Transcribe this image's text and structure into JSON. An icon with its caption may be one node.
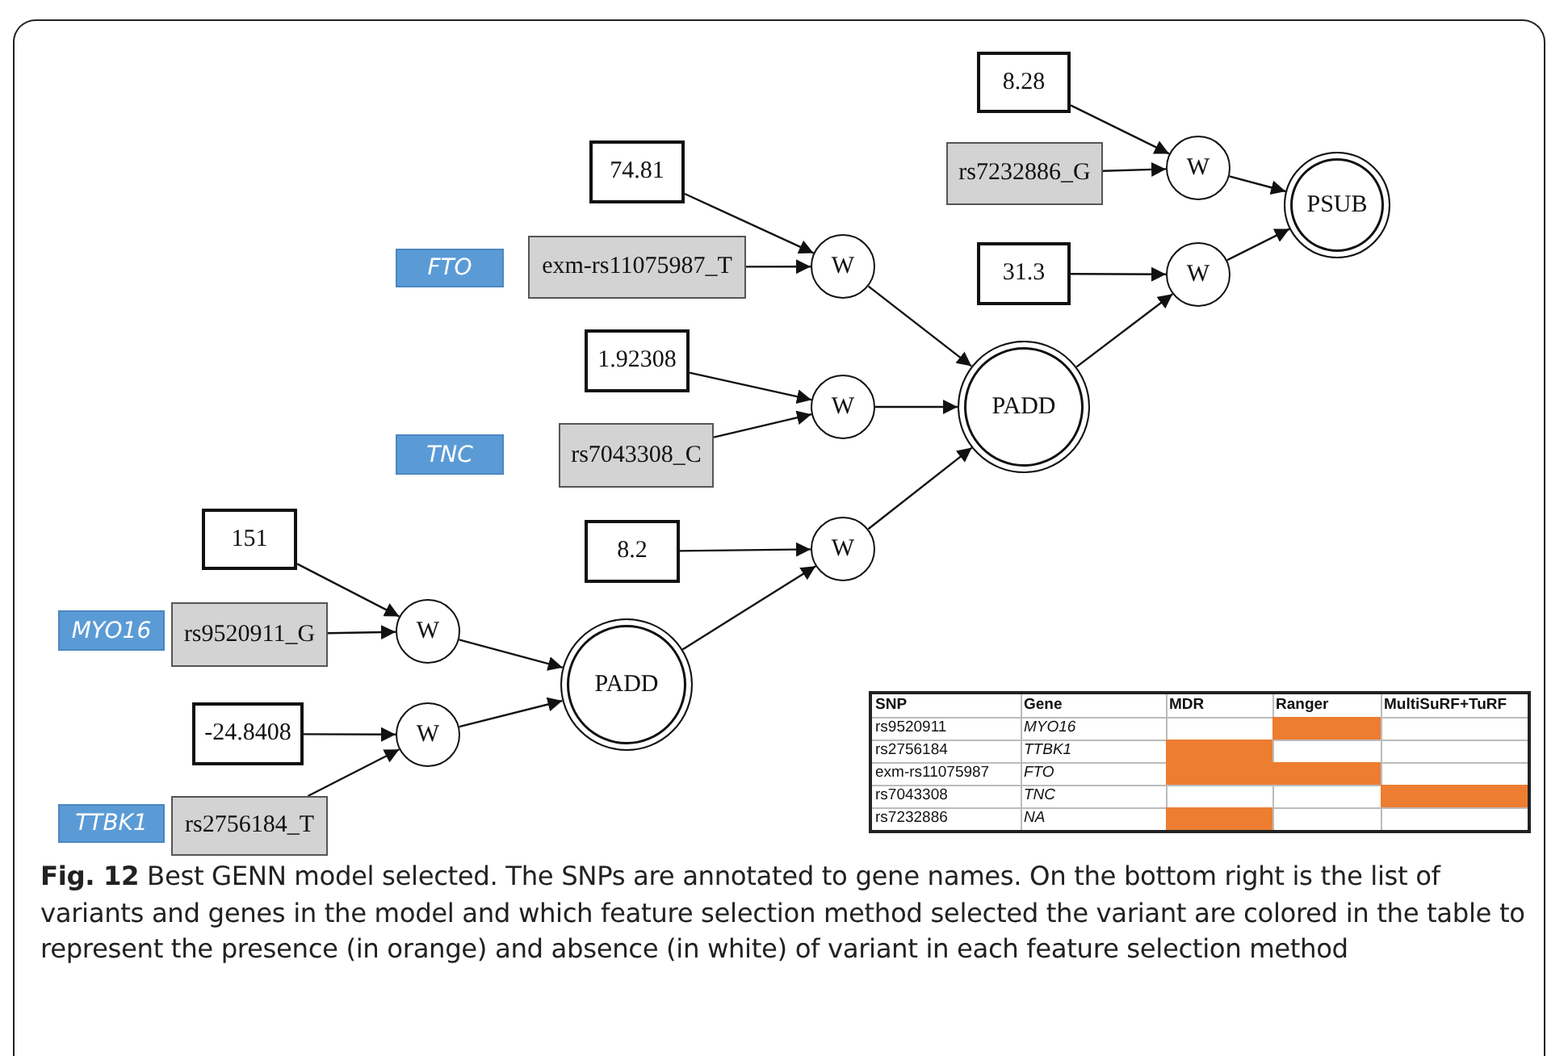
{
  "diagram": {
    "caption": "**Fig. 12** Best GENN model selected. The SNPs are annotated to gene names. On the bottom right is the list of variants and genes in the model and which feature selection method selected the variant are colored in the table to represent the presence (in orange) and absence (in white) of variant in each feature selection method",
    "nodes": [
      {
        "text": [
          "8.28"
        ]
      },
      {
        "text": [
          "rs7232886_G"
        ]
      },
      {
        "text": [
          "W"
        ]
      },
      {
        "text": [
          "PSUB"
        ]
      },
      {
        "text": [
          "74.81"
        ]
      },
      {
        "text": [
          "FTO"
        ]
      },
      {
        "text": [
          "exm-rs11075987_T"
        ]
      },
      {
        "text": [
          "W"
        ]
      },
      {
        "text": [
          "31.3"
        ]
      },
      {
        "text": [
          "W"
        ]
      },
      {
        "text": [
          "1.92308"
        ]
      },
      {
        "text": [
          "W"
        ]
      },
      {
        "text": [
          "PADD"
        ]
      },
      {
        "text": [
          "TNC"
        ]
      },
      {
        "text": [
          "rs7043308_C"
        ]
      },
      {
        "text": [
          "151"
        ]
      },
      {
        "text": [
          "8.2"
        ]
      },
      {
        "text": [
          "W"
        ]
      },
      {
        "text": [
          "MYO16"
        ]
      },
      {
        "text": [
          "rs9520911_G"
        ]
      },
      {
        "text": [
          "W"
        ]
      },
      {
        "text": [
          "PADD"
        ]
      },
      {
        "text": [
          "-24.8408"
        ]
      },
      {
        "text": [
          "W"
        ]
      },
      {
        "text": [
          "TTBK1"
        ]
      },
      {
        "text": [
          "rs2756184_T"
        ]
      }
    ],
    "edges": [
      {
        "from": 0,
        "to": 2,
        "arrow": "to"
      },
      {
        "from": 1,
        "to": 2,
        "arrow": "to"
      },
      {
        "from": 2,
        "to": 3,
        "arrow": "to"
      },
      {
        "from": 9,
        "to": 3,
        "arrow": "to"
      },
      {
        "from": 4,
        "to": 7,
        "arrow": "to"
      },
      {
        "from": 6,
        "to": 7,
        "arrow": "to"
      },
      {
        "from": 7,
        "to": 12,
        "arrow": "to"
      },
      {
        "from": 8,
        "to": 9,
        "arrow": "to"
      },
      {
        "from": 12,
        "to": 9,
        "arrow": "to"
      },
      {
        "from": 10,
        "to": 11,
        "arrow": "to"
      },
      {
        "from": 14,
        "to": 11,
        "arrow": "to"
      },
      {
        "from": 11,
        "to": 12,
        "arrow": "to"
      },
      {
        "from": 17,
        "to": 12,
        "arrow": "to"
      },
      {
        "from": 16,
        "to": 17,
        "arrow": "to"
      },
      {
        "from": 21,
        "to": 17,
        "arrow": "to"
      },
      {
        "from": 15,
        "to": 20,
        "arrow": "to"
      },
      {
        "from": 19,
        "to": 20,
        "arrow": "to"
      },
      {
        "from": 20,
        "to": 21,
        "arrow": "to"
      },
      {
        "from": 22,
        "to": 23,
        "arrow": "to"
      },
      {
        "from": 25,
        "to": 23,
        "arrow": "to"
      },
      {
        "from": 23,
        "to": 21,
        "arrow": "to"
      }
    ],
    "labels": [
      "SNP",
      "Gene",
      "MDR",
      "Ranger",
      "MultiSuRF+TuRF",
      "rs9520911",
      "MYO16",
      "rs2756184",
      "TTBK1",
      "exm-rs11075987",
      "FTO",
      "rs7043308",
      "TNC",
      "rs7232886",
      "NA"
    ]
  }
}
